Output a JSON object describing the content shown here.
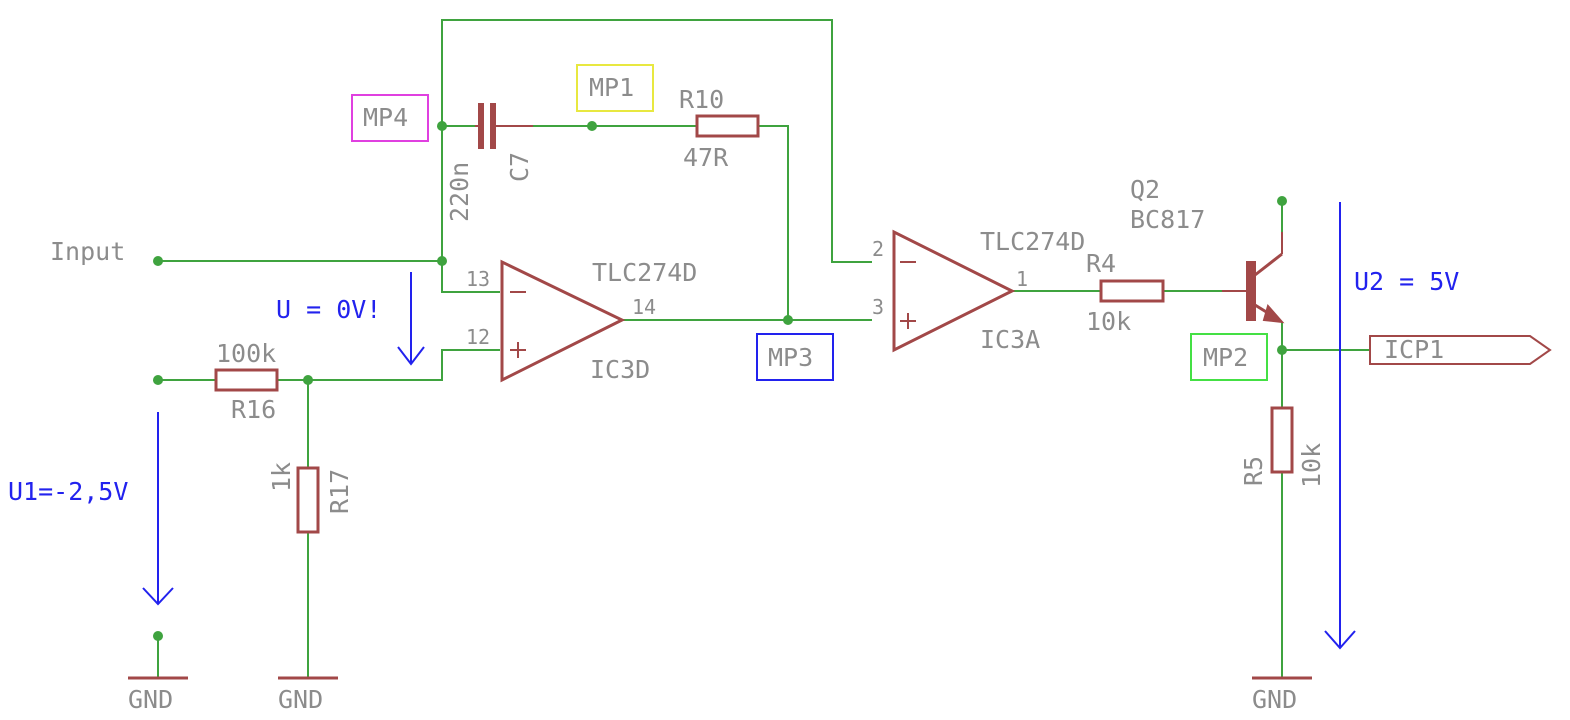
{
  "labels": {
    "input": "Input",
    "gnd": "GND",
    "icp1": "ICP1"
  },
  "measure_points": {
    "mp1": "MP1",
    "mp2": "MP2",
    "mp3": "MP3",
    "mp4": "MP4"
  },
  "components": {
    "c7": {
      "name": "C7",
      "value": "220n"
    },
    "r10": {
      "name": "R10",
      "value": "47R"
    },
    "r16": {
      "name": "R16",
      "value": "100k"
    },
    "r17": {
      "name": "R17",
      "value": "1k"
    },
    "r4": {
      "name": "R4",
      "value": "10k"
    },
    "r5": {
      "name": "R5",
      "value": "10k"
    },
    "q2": {
      "name": "Q2",
      "value": "BC817"
    },
    "ic3d": {
      "name": "IC3D",
      "value": "TLC274D",
      "pin_minus": "13",
      "pin_plus": "12",
      "pin_out": "14"
    },
    "ic3a": {
      "name": "IC3A",
      "value": "TLC274D",
      "pin_minus": "2",
      "pin_plus": "3",
      "pin_out": "1"
    }
  },
  "voltages": {
    "u": "U = 0V!",
    "u1": "U1=-2,5V",
    "u2": "U2 = 5V"
  },
  "colors": {
    "wire": "#3fa33f",
    "component": "#a24848",
    "text": "#8c8c8c",
    "annotation": "#2222ee",
    "mp1_box": "#e8e840",
    "mp2_box": "#44e044",
    "mp3_box": "#2222ee",
    "mp4_box": "#e040e0"
  }
}
